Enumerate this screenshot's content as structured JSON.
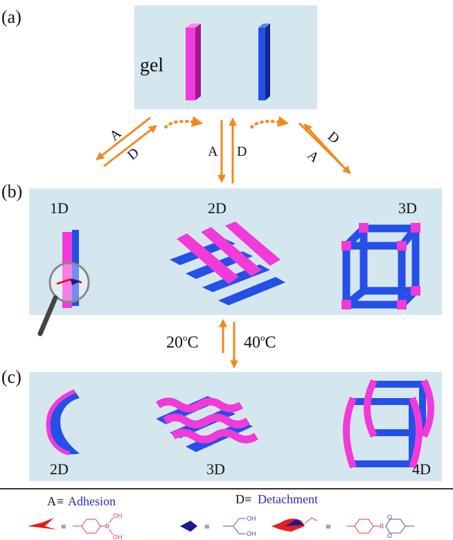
{
  "panels": {
    "a": {
      "label": "(a)",
      "gel": "gel"
    },
    "b": {
      "label": "(b)",
      "items": [
        "1D",
        "2D",
        "3D"
      ]
    },
    "c": {
      "label": "(c)",
      "items": [
        "2D",
        "3D",
        "4D"
      ]
    }
  },
  "arrows": {
    "A": "A",
    "D": "D"
  },
  "temperature": {
    "low": "20",
    "high": "40",
    "unit_sup": "o",
    "unit": "C"
  },
  "legend": {
    "A_symbol": "A",
    "A_label": "Adhesion",
    "D_symbol": "D",
    "D_label": "Detachment",
    "equiv": "≡",
    "chem": {
      "OH": "OH",
      "B": "B",
      "O": "O"
    }
  },
  "colors": {
    "pink": "#f23ad8",
    "blue": "#2450e8",
    "orange": "#f08a1d",
    "panel": "#d5e7ee"
  }
}
